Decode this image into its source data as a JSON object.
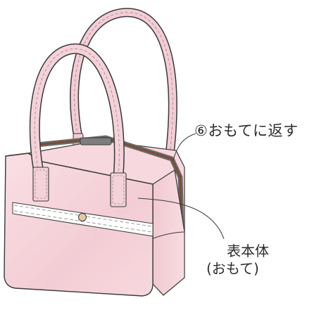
{
  "annotations": {
    "step_instruction": "⑥おもてに返す",
    "body_label_line1": "表本体",
    "body_label_line2": "(おもて)"
  },
  "colors": {
    "bag_pink": "#f6d6dc",
    "bag_pink_dark": "#eab9c2",
    "bag_pink_light": "#fbe8ec",
    "outline": "#3a3a3a",
    "frame_stitch": "#7a4b36",
    "frame_metal": "#8f8f8f",
    "trim_band": "#ffffff"
  },
  "icons": {
    "illustration": "handbag-illustration",
    "clasp": "frame-clasp-icon",
    "button": "snap-button-icon"
  }
}
